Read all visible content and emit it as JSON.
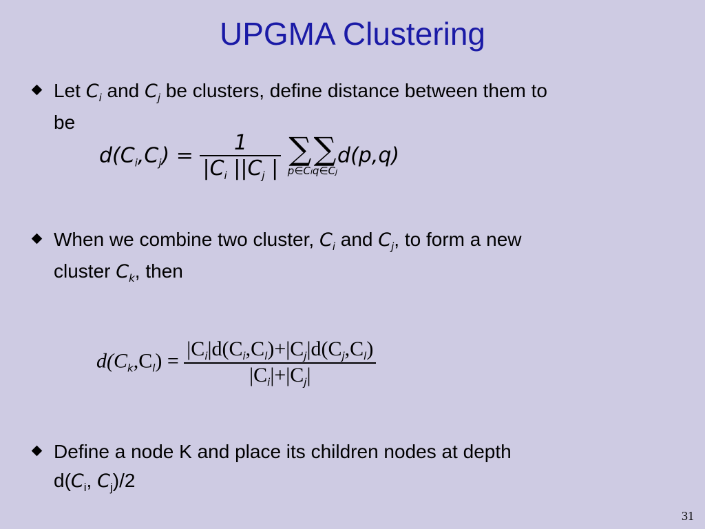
{
  "slide": {
    "title": "UPGMA Clustering",
    "number": "31"
  },
  "bullets": [
    {
      "t1": "Let ",
      "C": "C",
      "i": "i",
      "t2": " and ",
      "j": "j",
      "t3": " be clusters, define distance between them to",
      "t4": "be"
    },
    {
      "t1": "When we combine two cluster, ",
      "C": "C",
      "i": "i",
      "t2": " and ",
      "j": "j",
      "t3": ", to form a new",
      "t4": "cluster ",
      "k": "k",
      "t5": ", then"
    },
    {
      "t1": "Define a node K and place its children nodes at depth",
      "t2": "d(",
      "C": "C",
      "i": "i",
      "comma": ", ",
      "j": "j",
      "t3": ")/2"
    }
  ],
  "formula1": {
    "lhs": "d(C",
    "i": "i",
    "comma": ",C",
    "j": "j",
    "close": ")",
    "eq": "=",
    "numerator": "1",
    "den_a": "|C",
    "den_i": "i",
    "den_mid": " ||C",
    "den_j": "j",
    "den_end": " |",
    "sum_sym": "∑",
    "sum1_limit": "p∈C",
    "sum1_i": "i",
    "sum2_limit": "q∈C",
    "sum2_j": "j",
    "tail": "d(p,q)"
  },
  "formula2": {
    "lhs": "d(C",
    "k": "k",
    "comma": ",C",
    "l": "l",
    "close": ")",
    "eq": "=",
    "num_a": "|C",
    "i": "i",
    "num_b": "|d(C",
    "num_c": ",C",
    "num_d": ")+|C",
    "j": "j",
    "num_e": "|d(C",
    "num_f": ",C",
    "num_g": ")",
    "den_a": "|C",
    "den_b": "|+|C",
    "den_c": "|"
  }
}
